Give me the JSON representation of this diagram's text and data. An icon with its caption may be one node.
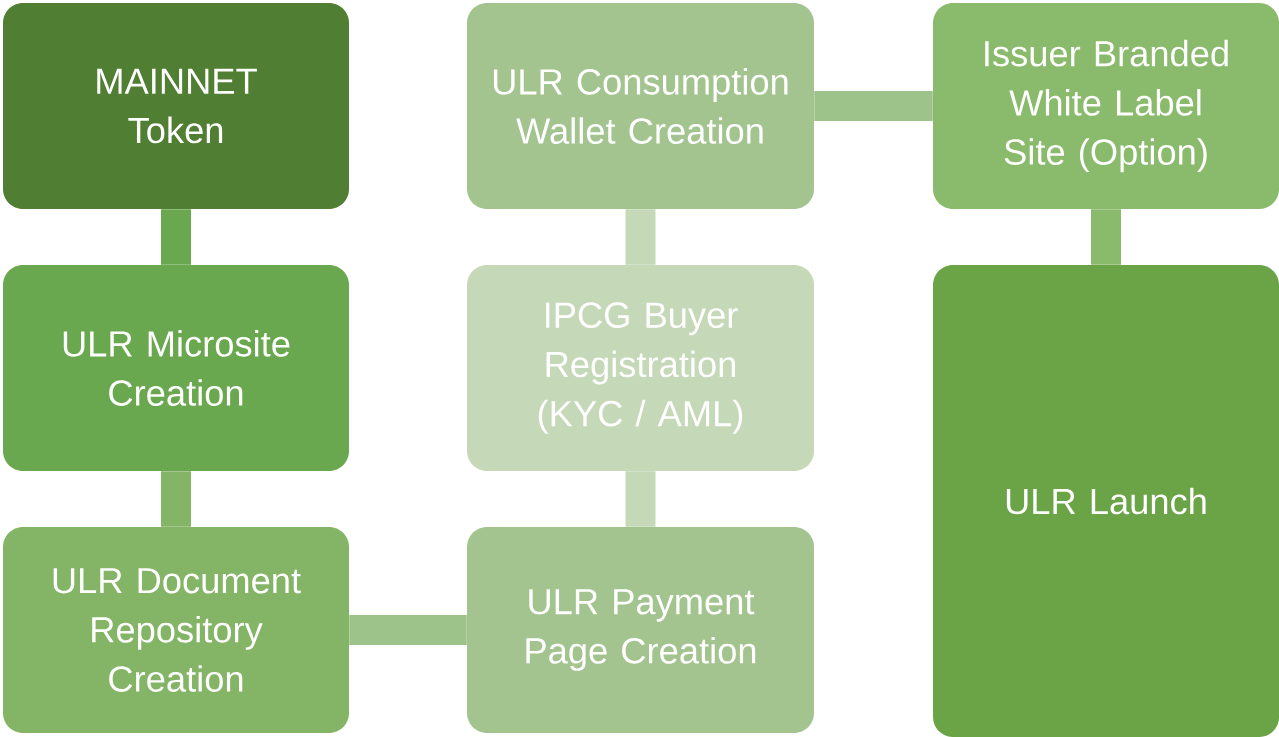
{
  "diagram": {
    "nodes": [
      {
        "text": [
          "MAINNET Token"
        ]
      },
      {
        "text": [
          "ULR Microsite Creation"
        ]
      },
      {
        "text": [
          "ULR Document Repository Creation"
        ]
      },
      {
        "text": [
          "ULR Payment Page Creation"
        ]
      },
      {
        "text": [
          "IPCG Buyer Registration (KYC / AML)"
        ]
      },
      {
        "text": [
          "ULR Consumption Wallet Creation"
        ]
      },
      {
        "text": [
          "Issuer Branded White Label Site (Option)"
        ]
      },
      {
        "text": [
          "ULR Launch"
        ]
      }
    ],
    "edges": [
      {
        "from": 0,
        "to": 1,
        "arrow": "none",
        "color": "#6aa84f"
      },
      {
        "from": 1,
        "to": 2,
        "arrow": "none",
        "color": "#84b466"
      },
      {
        "from": 2,
        "to": 3,
        "arrow": "none",
        "color": "#9dc38a"
      },
      {
        "from": 3,
        "to": 4,
        "arrow": "none",
        "color": "#c5d9b8"
      },
      {
        "from": 4,
        "to": 5,
        "arrow": "none",
        "color": "#c5d9b8"
      },
      {
        "from": 5,
        "to": 6,
        "arrow": "none",
        "color": "#9dc38a"
      },
      {
        "from": 6,
        "to": 7,
        "arrow": "none",
        "color": "#8aba6b"
      }
    ]
  }
}
